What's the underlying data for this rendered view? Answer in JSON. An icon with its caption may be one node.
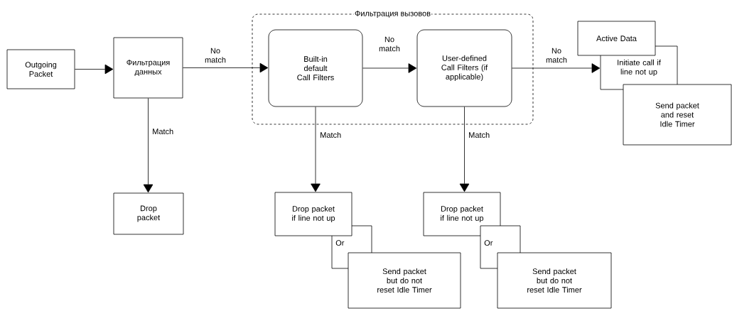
{
  "diagram": {
    "nodes": [
      {
        "text": [
          "Outgoing Packet"
        ]
      },
      {
        "text": [
          "Фильтрация данных"
        ]
      },
      {
        "text": [
          "Фильтрация вызовов"
        ]
      },
      {
        "text": [
          "Built-in default Call Filters"
        ],
        "in": 2
      },
      {
        "text": [
          "User-defined Call Filters (if applicable)"
        ],
        "in": 2
      },
      {
        "text": [
          "Active Data"
        ]
      },
      {
        "text": [
          "Initiate call if line not up"
        ]
      },
      {
        "text": [
          "Send packet and reset Idle Timer"
        ]
      },
      {
        "text": [
          "Drop packet"
        ]
      },
      {
        "text": [
          "Drop packet if line not up"
        ]
      },
      {
        "text": [
          "Or"
        ]
      },
      {
        "text": [
          "Send packet but do not reset Idle Timer"
        ]
      },
      {
        "text": [
          "Drop packet if line not up"
        ]
      },
      {
        "text": [
          "Or"
        ]
      },
      {
        "text": [
          "Send packet but do not reset Idle Timer"
        ]
      }
    ],
    "edges": [
      {
        "from": 0,
        "to": 1,
        "arrow": "to"
      },
      {
        "from": 1,
        "to": 3,
        "arrow": "to",
        "label": "No match"
      },
      {
        "from": 3,
        "to": 4,
        "arrow": "to",
        "label": "No match"
      },
      {
        "from": 4,
        "to": 6,
        "arrow": "to",
        "label": "No match"
      },
      {
        "from": 1,
        "to": 8,
        "arrow": "to",
        "label": "Match"
      },
      {
        "from": 3,
        "to": 9,
        "arrow": "to",
        "label": "Match"
      },
      {
        "from": 4,
        "to": 12,
        "arrow": "to",
        "label": "Match"
      }
    ]
  }
}
